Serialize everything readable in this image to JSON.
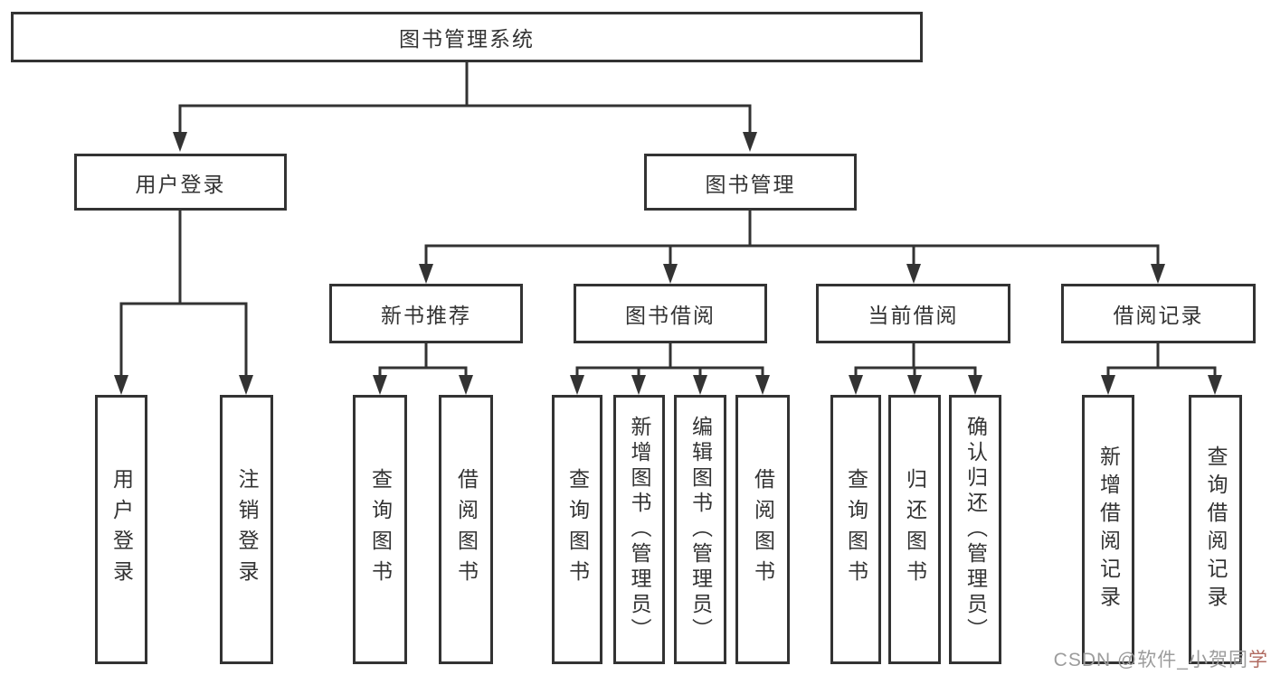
{
  "diagram": {
    "root": {
      "label": "图书管理系统"
    },
    "level1": [
      {
        "label": "用户登录"
      },
      {
        "label": "图书管理"
      }
    ],
    "level2": [
      {
        "label": "新书推荐"
      },
      {
        "label": "图书借阅"
      },
      {
        "label": "当前借阅"
      },
      {
        "label": "借阅记录"
      }
    ],
    "leaves": {
      "user_login": [
        {
          "label": "用户登录"
        },
        {
          "label": "注销登录"
        }
      ],
      "new_book_recommend": [
        {
          "label": "查询图书"
        },
        {
          "label": "借阅图书"
        }
      ],
      "book_borrow": [
        {
          "label": "查询图书"
        },
        {
          "label": "新增图书（管理员）"
        },
        {
          "label": "编辑图书（管理员）"
        },
        {
          "label": "借阅图书"
        }
      ],
      "current_borrow": [
        {
          "label": "查询图书"
        },
        {
          "label": "归还图书"
        },
        {
          "label": "确认归还（管理员）"
        }
      ],
      "borrow_record": [
        {
          "label": "新增借阅记录"
        },
        {
          "label": "查询借阅记录"
        }
      ]
    },
    "colors": {
      "line": "#333333",
      "box_border": "#333333",
      "box_background": "#ffffff",
      "text": "#333333"
    }
  },
  "watermark": {
    "text_main": "CSDN @软件_小贺同",
    "text_accent": "学",
    "gray": "#9c9c9c",
    "accent": "#b06a60"
  }
}
